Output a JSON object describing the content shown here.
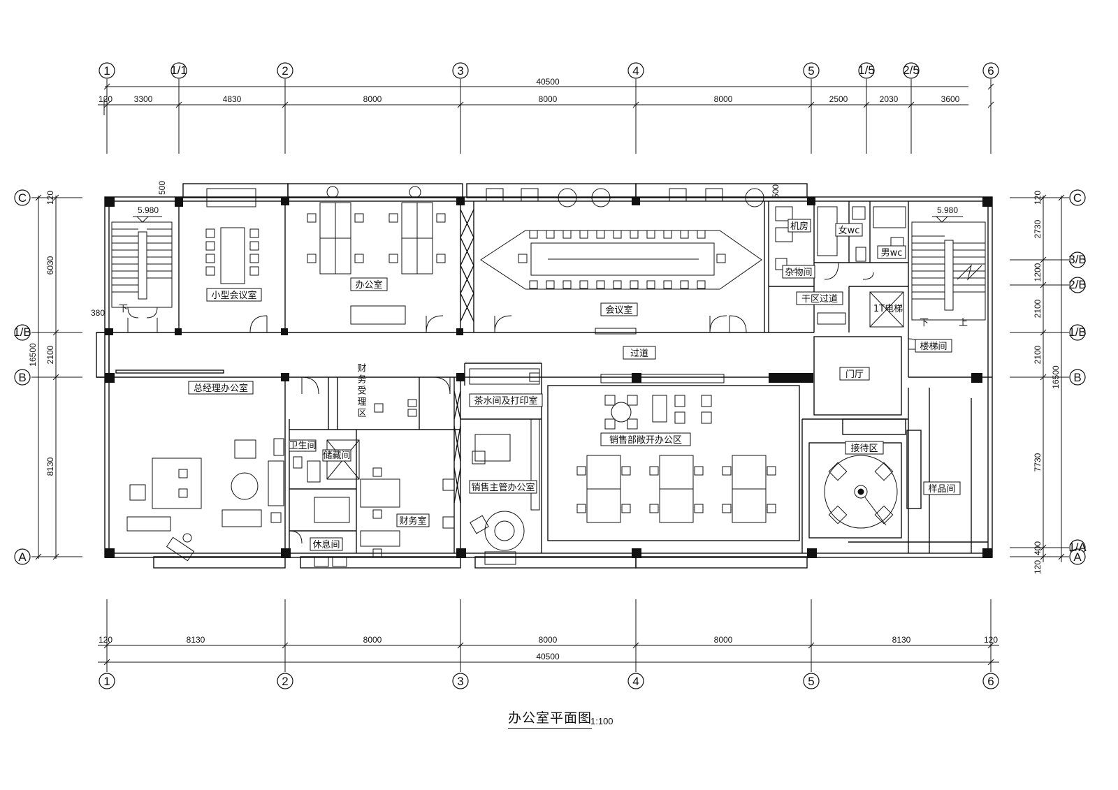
{
  "drawing": {
    "title": "办公室平面图",
    "scale": "1:100",
    "colors": {
      "line": "#111111",
      "fill": "#111111",
      "background": "#ffffff"
    }
  },
  "top_grid": [
    "1",
    "1/1",
    "2",
    "3",
    "4",
    "5",
    "1/5",
    "2/5",
    "6"
  ],
  "top_dims": [
    "120",
    "3300",
    "4830",
    "8000",
    "8000",
    "8000",
    "2500",
    "2030",
    "3600"
  ],
  "top_total": "40500",
  "bottom_grid": [
    "1",
    "2",
    "3",
    "4",
    "5",
    "6"
  ],
  "bottom_dims": [
    "120",
    "8130",
    "8000",
    "8000",
    "8000",
    "8130",
    "120"
  ],
  "bottom_total": "40500",
  "left_grid": [
    "C",
    "1/B",
    "B",
    "A"
  ],
  "left_dims": [
    "120",
    "6030",
    "2100",
    "8130"
  ],
  "left_total": "16500",
  "left_small": "380",
  "right_grid": [
    "C",
    "3/B",
    "2/B",
    "1/B",
    "B",
    "1/A",
    "A"
  ],
  "right_dims": [
    "120",
    "2730",
    "1200",
    "2100",
    "2100",
    "7730",
    "400",
    "120"
  ],
  "right_total": "16500",
  "levels": [
    "5.980",
    "5.980"
  ],
  "small_dims": [
    "500",
    "500"
  ],
  "rooms": {
    "small_meeting": "小型会议室",
    "office": "办公室",
    "meeting": "会议室",
    "machine_room": "机房",
    "female_wc": "女wc",
    "male_wc": "男wc",
    "storage": "杂物间",
    "dry_corridor": "干区过道",
    "elevator": "1T电梯",
    "corridor": "过道",
    "stair": "楼梯间",
    "lobby": "门厅",
    "gm_office": "总经理办公室",
    "finance_reception": "财务受理区",
    "tea_print": "茶水间及打印室",
    "sales_open": "销售部敞开办公区",
    "reception": "接待区",
    "sample": "样品间",
    "sales_manager": "销售主管办公室",
    "finance": "财务室",
    "restroom_wc": "卫生间",
    "storeroom": "储藏间",
    "rest": "休息间"
  },
  "stair_marks": [
    "下",
    "下",
    "上"
  ]
}
